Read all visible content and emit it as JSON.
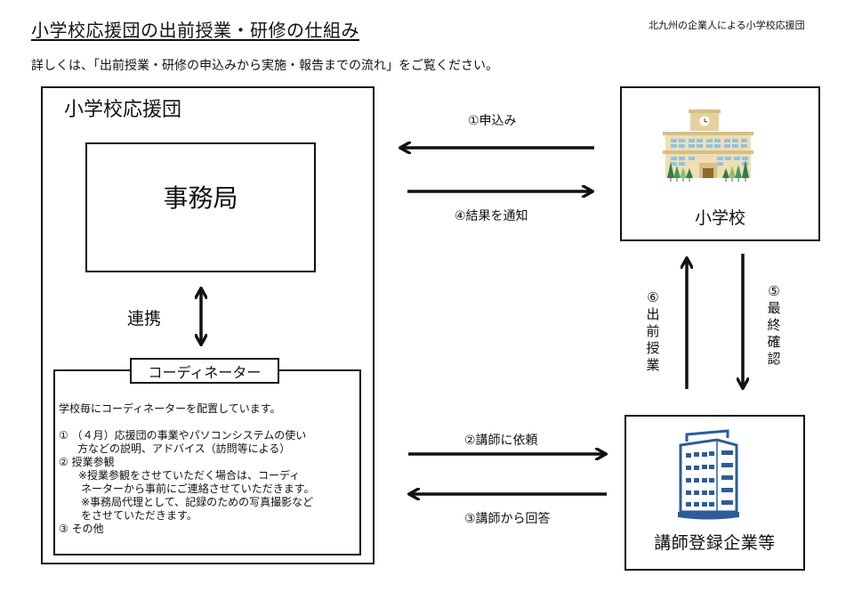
{
  "header": {
    "title": "小学校応援団の出前授業・研修の仕組み",
    "org_caption": "北九州の企業人による小学校応援団",
    "instruction": "詳しくは、「出前授業・研修の申込みから実施・報告までの流れ」をご覧ください。"
  },
  "support_group": {
    "title": "小学校応援団",
    "office": {
      "label": "事務局"
    },
    "link_label": "連携",
    "coordinator": {
      "tag": "コーディネーター",
      "lines": [
        "学校毎にコーディネーターを配置しています。",
        "",
        "① （４月）応援団の事業やパソコンシステムの使い",
        "方などの説明、アドバイス（訪問等による）",
        "② 授業参観",
        "※授業参観をさせていただく場合は、コーディ",
        "ネーターから事前にご連絡させていただきます。",
        "※事務局代理として、記録のための写真撮影など",
        "をさせていただきます。",
        "③ その他"
      ]
    }
  },
  "school": {
    "label": "小学校",
    "icon": "school-building-icon"
  },
  "company": {
    "label": "講師登録企業等",
    "icon": "office-building-icon"
  },
  "flows": {
    "step1": "①申込み",
    "step4": "④結果を通知",
    "step2": "②講師に依頼",
    "step3": "③講師から回答",
    "step6": "⑥出前授業",
    "step5": "⑤最終確認"
  },
  "colors": {
    "line": "#111111",
    "building_blue": "#2b5d9c",
    "school_wall": "#eedcaa",
    "school_roof": "#d9c48f",
    "window": "#8ec3ea",
    "tree_dark": "#2e7d4f",
    "tree_light": "#8cc06a"
  }
}
